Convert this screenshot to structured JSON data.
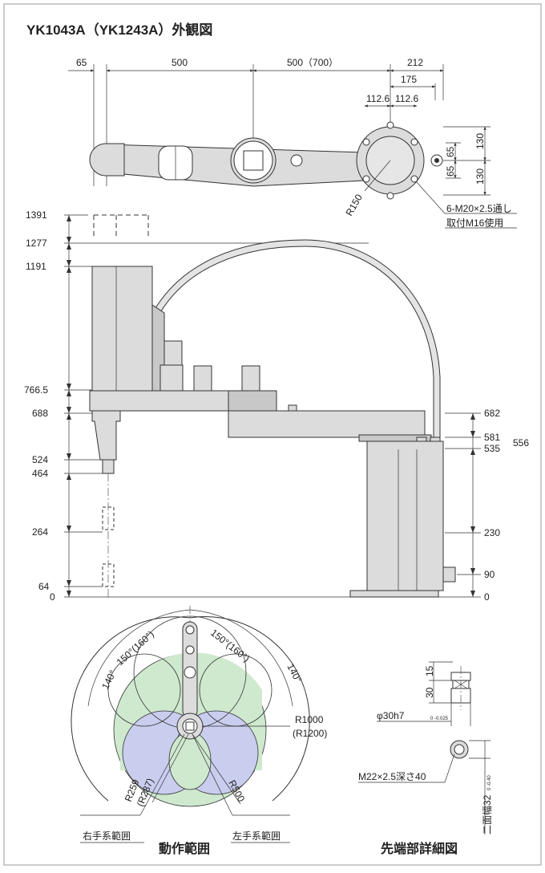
{
  "title": "YK1043A（YK1243A）外観図",
  "colors": {
    "green_zone": "#cfe9cf",
    "blue_zone": "#c9cdee",
    "frame": "#bbbbbb",
    "body": "#dcdcdc"
  },
  "top_view": {
    "dim_65": "65",
    "dim_500a": "500",
    "dim_500b": "500（700）",
    "dim_212": "212",
    "dim_175": "175",
    "dim_112a": "112.6",
    "dim_112b": "112.6",
    "dim_130a": "130",
    "dim_130b": "130",
    "dim_65a": "65",
    "dim_65b": "65",
    "r150": "R150",
    "bolt_note_1": "6-M20×2.5通し",
    "bolt_note_2": "取付M16使用"
  },
  "side_view": {
    "left_heights": [
      "1391",
      "1277",
      "1191",
      "766.5",
      "688",
      "524",
      "464",
      "264",
      "64",
      "0"
    ],
    "right_heights": [
      "682",
      "581",
      "535",
      "556",
      "230",
      "90",
      "0"
    ]
  },
  "range_view": {
    "ang_150_left": "150°(160°)",
    "ang_150_right": "150°(160°)",
    "ang_140_left": "140°",
    "ang_140_right": "140°",
    "r1000": "R1000",
    "r1200": "(R1200)",
    "r259": "R259",
    "r287": "(R287)",
    "r500": "R500",
    "right_hand": "右手系範囲",
    "left_hand": "左手系範囲",
    "caption": "動作範囲"
  },
  "tip_detail": {
    "dim_15": "15",
    "dim_30": "30",
    "phi": "φ30h7",
    "phi_tol": "0 -0.025",
    "thread": "M22×2.5深さ40",
    "flat": "二面幅32",
    "flat_tol": "0 -0.40",
    "caption": "先端部詳細図"
  }
}
